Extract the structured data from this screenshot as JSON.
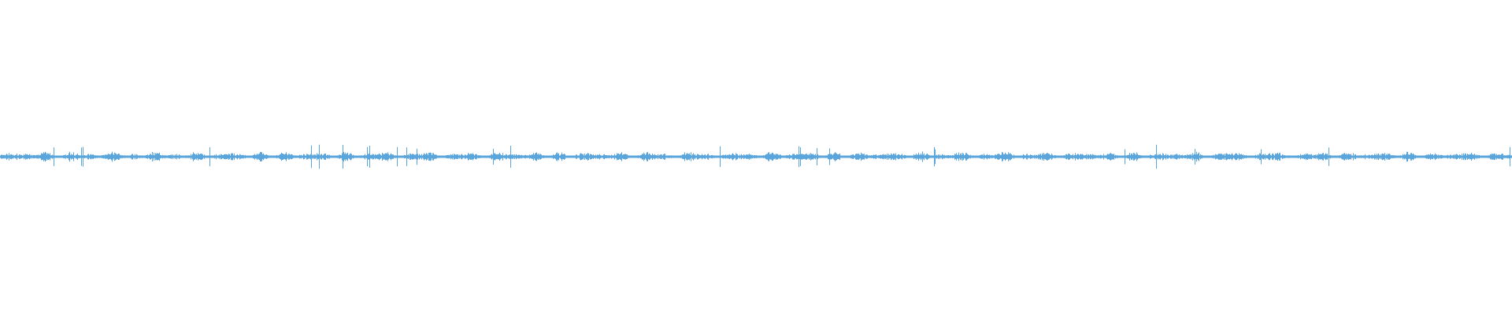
{
  "waveform": {
    "color": "#5aa5dc",
    "background": "#ffffff",
    "amplitude_normalized": 0.05,
    "peak_amplitude_normalized": 0.14,
    "progress": 0
  }
}
